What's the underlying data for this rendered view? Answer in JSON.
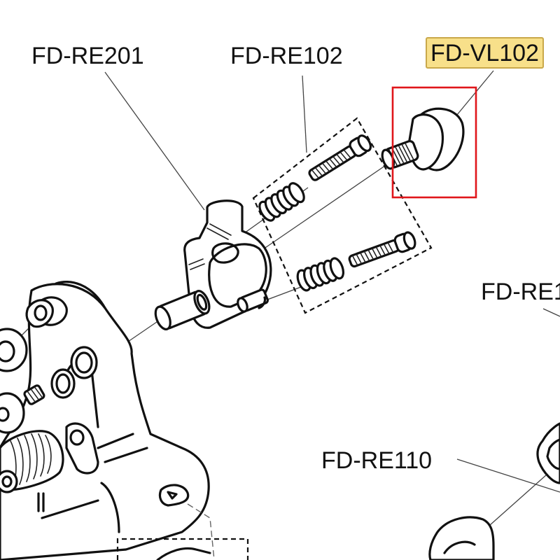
{
  "diagram": {
    "type": "exploded-parts-diagram",
    "subject": "front derailleur assembly",
    "selection_color": "#e0161b",
    "highlight_color": "#f8e08a",
    "callouts": [
      {
        "id": "FD-RE201",
        "label": "FD-RE201",
        "highlighted": false
      },
      {
        "id": "FD-RE102",
        "label": "FD-RE102",
        "highlighted": false
      },
      {
        "id": "FD-VL102",
        "label": "FD-VL102",
        "highlighted": true,
        "selected": true
      },
      {
        "id": "FD-RE1",
        "label": "FD-RE1",
        "highlighted": false,
        "truncated": true
      },
      {
        "id": "FD-RE110",
        "label": "FD-RE110",
        "highlighted": false
      }
    ]
  }
}
